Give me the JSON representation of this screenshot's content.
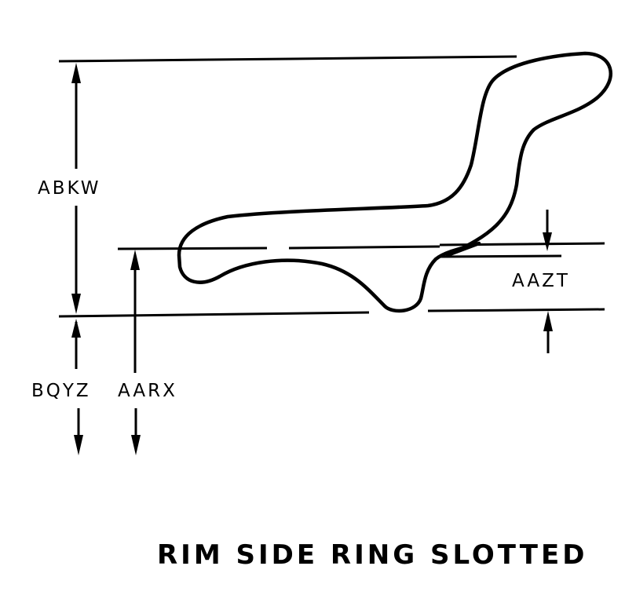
{
  "diagram": {
    "title": "RIM SIDE RING SLOTTED",
    "labels": {
      "abkw": "ABKW",
      "aazt": "AAZT",
      "bqyz": "BQYZ",
      "aarx": "AARX"
    },
    "colors": {
      "ink": "#000000",
      "background": "#ffffff"
    }
  }
}
